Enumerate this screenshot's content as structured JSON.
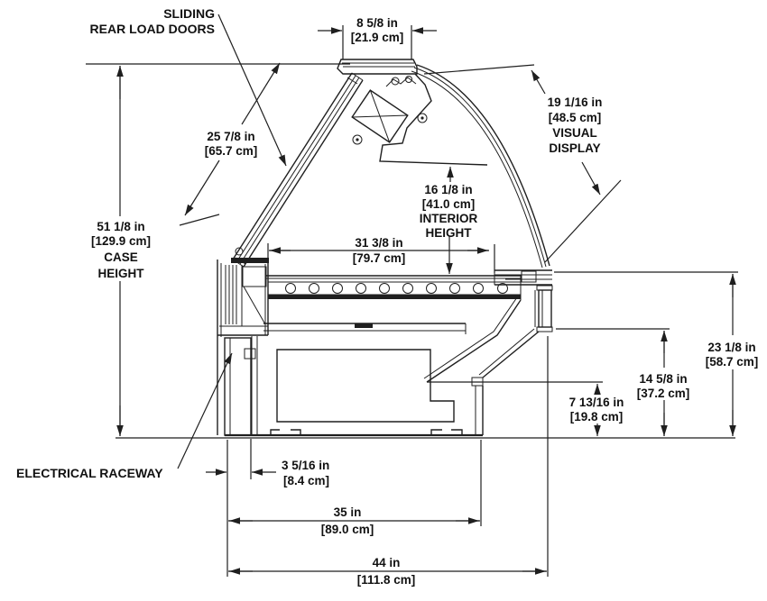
{
  "diagram": {
    "labels": {
      "sliding_line1": "SLIDING",
      "sliding_line2": "REAR LOAD DOORS",
      "electrical_raceway": "ELECTRICAL RACEWAY"
    },
    "dimensions": {
      "top_width": {
        "in": "8 5/8 in",
        "cm": "[21.9 cm]"
      },
      "visual_display": {
        "in": "19 1/16 in",
        "cm": "[48.5 cm]",
        "label1": "VISUAL",
        "label2": "DISPLAY"
      },
      "rear_door": {
        "in": "25 7/8 in",
        "cm": "[65.7 cm]"
      },
      "case_height": {
        "in": "51 1/8 in",
        "cm": "[129.9 cm]",
        "label1": "CASE",
        "label2": "HEIGHT"
      },
      "interior_height": {
        "in": "16 1/8 in",
        "cm": "[41.0 cm]",
        "label1": "INTERIOR",
        "label2": "HEIGHT"
      },
      "interior_width": {
        "in": "31 3/8 in",
        "cm": "[79.7 cm]"
      },
      "front_height": {
        "in": "23 1/8 in",
        "cm": "[58.7 cm]"
      },
      "mid_height": {
        "in": "14 5/8 in",
        "cm": "[37.2 cm]"
      },
      "base_front_height": {
        "in": "7 13/16 in",
        "cm": "[19.8 cm]"
      },
      "raceway_depth": {
        "in": "3 5/16 in",
        "cm": "[8.4 cm]"
      },
      "body_depth": {
        "in": "35 in",
        "cm": "[89.0 cm]"
      },
      "overall_depth": {
        "in": "44 in",
        "cm": "[111.8 cm]"
      }
    }
  }
}
